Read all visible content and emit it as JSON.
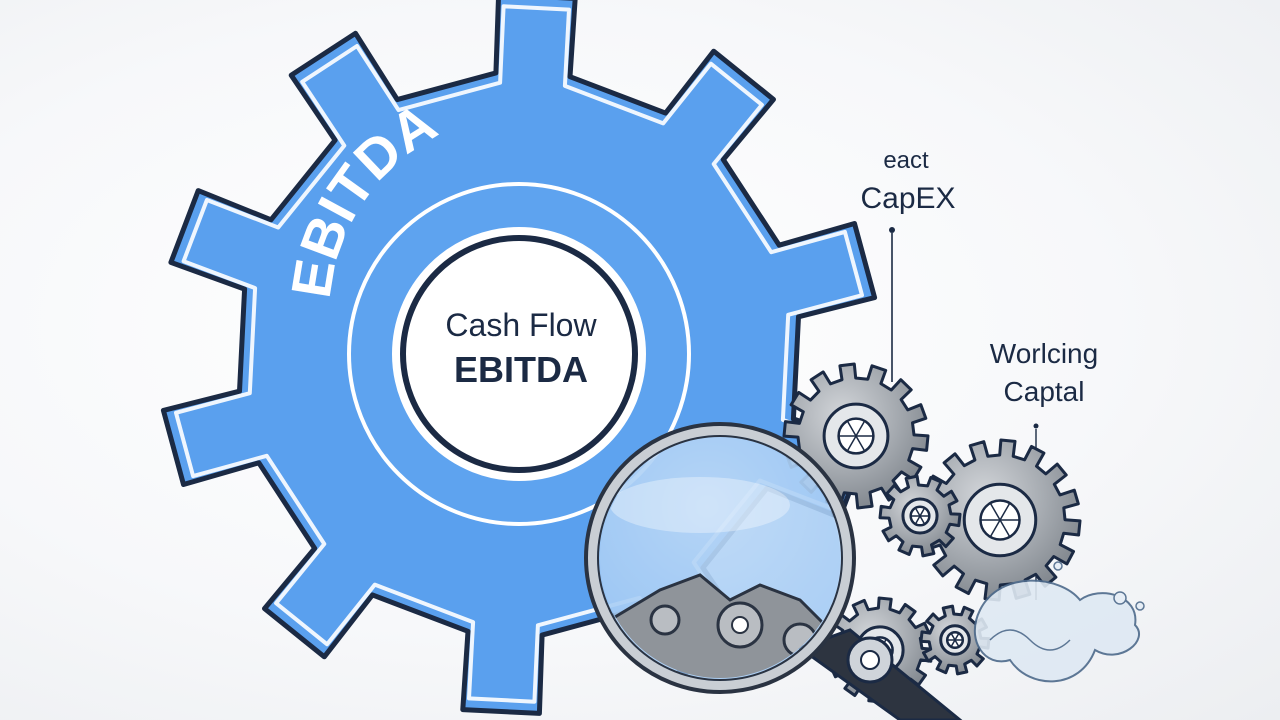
{
  "big_gear": {
    "arc_label": "EBITDA",
    "center_line1": "Cash Flow",
    "center_line2": "EBITDA"
  },
  "callouts": {
    "capex_top": "eact",
    "capex": "CapEX",
    "working_line1": "Worlcing",
    "working_line2": "Captal"
  },
  "colors": {
    "gear_blue": "#5aa0ee",
    "outline": "#1b2a44",
    "steel": "#9fa4aa"
  },
  "icons": [
    "gear-icon",
    "magnifier-icon",
    "water-splash-icon"
  ]
}
